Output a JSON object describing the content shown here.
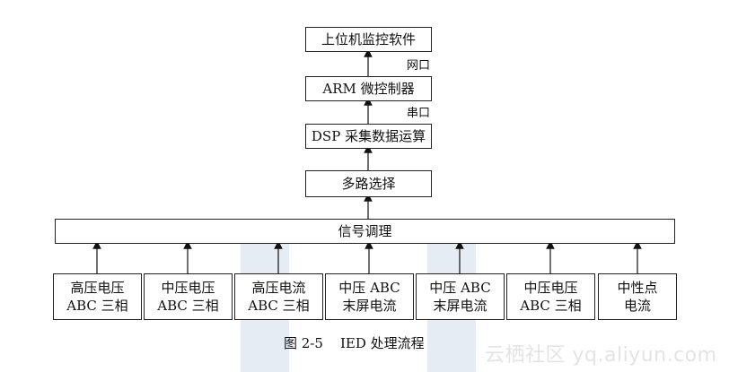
{
  "diagram": {
    "top_box": "上位机监控软件",
    "label_network": "网口",
    "arm_box": "ARM 微控制器",
    "label_serial": "串口",
    "dsp_box": "DSP 采集数据运算",
    "mux_box": "多路选择",
    "cond_box": "信号调理",
    "inputs": [
      {
        "line1": "高压电压",
        "line2": "ABC 三相"
      },
      {
        "line1": "中压电压",
        "line2": "ABC 三相"
      },
      {
        "line1": "高压电流",
        "line2": "ABC 三相"
      },
      {
        "line1": "中压 ABC",
        "line2": "末屏电流"
      },
      {
        "line1": "中压 ABC",
        "line2": "末屏电流"
      },
      {
        "line1": "中压电压",
        "line2": "ABC 三相"
      },
      {
        "line1": "中性点",
        "line2": "电流"
      }
    ],
    "caption": "图 2-5    IED 处理流程"
  },
  "watermark": "云栖社区 yq.aliyun.com"
}
